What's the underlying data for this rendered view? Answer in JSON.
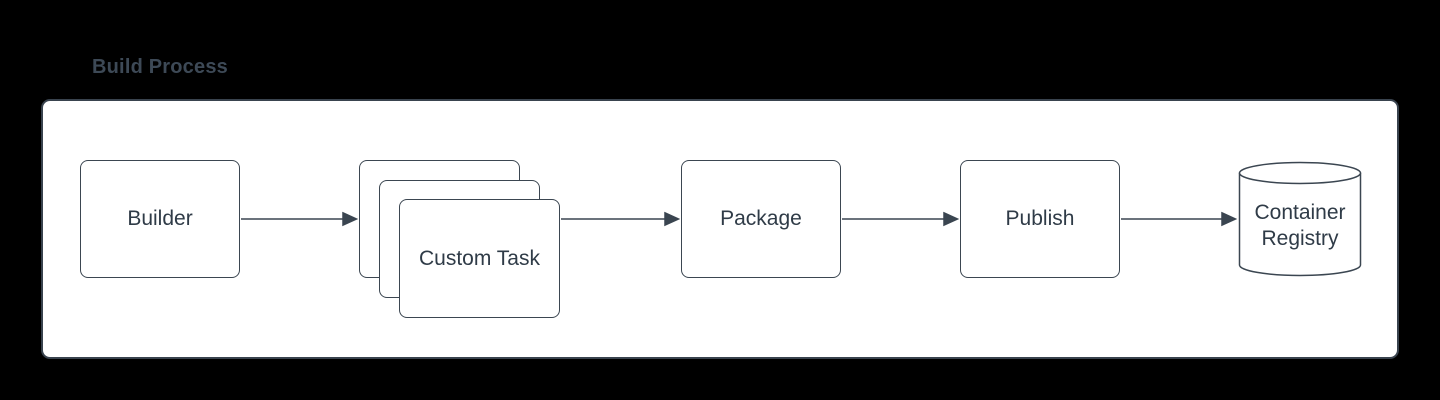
{
  "title": "Build Process",
  "colors": {
    "page_background": "#000000",
    "panel_fill": "#ffffff",
    "panel_border": "#39434e",
    "node_border": "#3b4651",
    "node_text": "#2f3b47",
    "title_text": "#3d4956",
    "arrow": "#3a4550"
  },
  "diagram": {
    "nodes": [
      {
        "id": "builder",
        "label": "Builder",
        "shape": "rounded-rect"
      },
      {
        "id": "custom-task",
        "label": "Custom Task",
        "shape": "stacked-rects",
        "stack_count": 3
      },
      {
        "id": "package",
        "label": "Package",
        "shape": "rounded-rect"
      },
      {
        "id": "publish",
        "label": "Publish",
        "shape": "rounded-rect"
      },
      {
        "id": "container-registry",
        "label": "Container Registry",
        "shape": "cylinder",
        "label_lines": [
          "Container",
          "Registry"
        ]
      }
    ],
    "edges": [
      {
        "from": "builder",
        "to": "custom-task"
      },
      {
        "from": "custom-task",
        "to": "package"
      },
      {
        "from": "package",
        "to": "publish"
      },
      {
        "from": "publish",
        "to": "container-registry"
      }
    ]
  }
}
